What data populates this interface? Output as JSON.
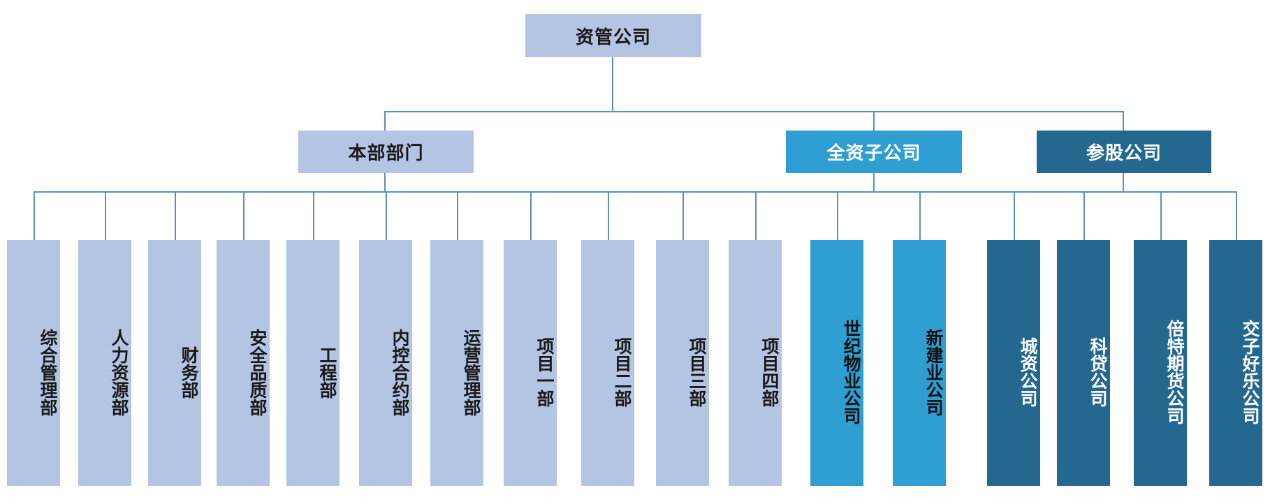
{
  "root": {
    "label": "资管公司"
  },
  "groups": {
    "headquarters": {
      "label": "本部部门",
      "color": "#b4c4e3",
      "children": [
        "综合管理部",
        "人力资源部",
        "财务部",
        "安全品质部",
        "工程部",
        "内控合约部",
        "运营管理部",
        "项目一部",
        "项目二部",
        "项目三部",
        "项目四部"
      ]
    },
    "wholly_owned": {
      "label": "全资子公司",
      "color": "#2f9ed2",
      "children": [
        "世纪物业公司",
        "新建业公司"
      ]
    },
    "equity": {
      "label": "参股公司",
      "color": "#246890",
      "children": [
        "城资公司",
        "科贷公司",
        "倍特期货公司",
        "交子好乐公司"
      ]
    }
  },
  "colors": {
    "connector": "#5b8fbe",
    "light": "#b4c4e3",
    "mid": "#2f9ed2",
    "dark": "#246890"
  }
}
